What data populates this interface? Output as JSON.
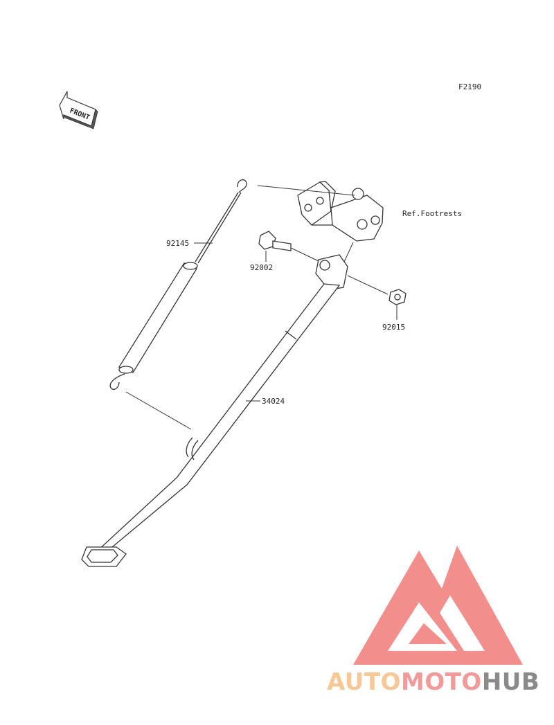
{
  "diagram": {
    "figure_code": "F2190",
    "front_arrow_text": "FRONT",
    "reference_label": "Ref.Footrests",
    "parts": {
      "spring": "92145",
      "bolt": "92002",
      "nut": "92015",
      "stand": "34024"
    }
  },
  "watermark": {
    "brand_part1": "AUTO",
    "brand_part2": "MOTO",
    "brand_part3": "HUB",
    "colors": {
      "auto": "#f5c896",
      "moto": "#f29a9a",
      "hub": "#8a8a8a",
      "logo": "#f07a78"
    }
  }
}
